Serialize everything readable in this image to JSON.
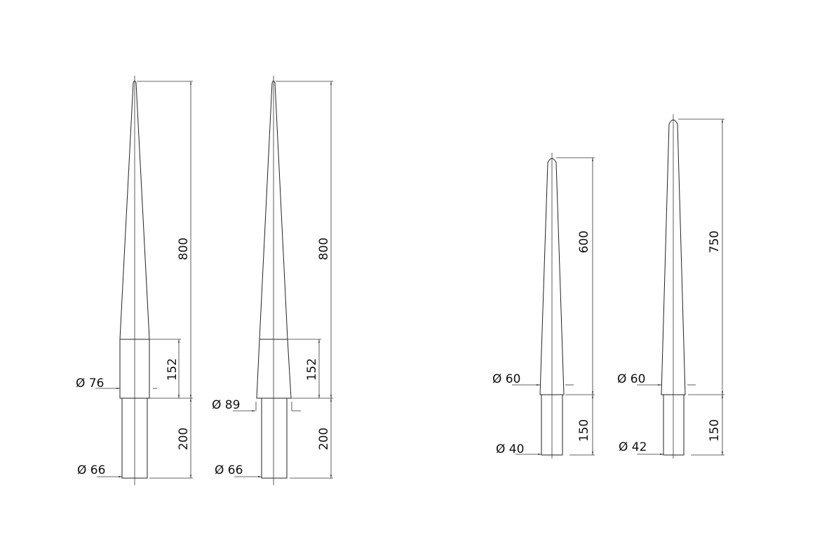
{
  "drawings": [
    {
      "height": "800",
      "collar": "152",
      "shaft": "200",
      "dia_top": "Ø 76",
      "dia_shaft": "Ø 66"
    },
    {
      "height": "800",
      "collar": "152",
      "shaft": "200",
      "dia_top": "Ø 89",
      "dia_shaft": "Ø 66"
    },
    {
      "height": "600",
      "shaft": "150",
      "dia_top": "Ø 60",
      "dia_shaft": "Ø 40"
    },
    {
      "height": "750",
      "shaft": "150",
      "dia_top": "Ø 60",
      "dia_shaft": "Ø 42"
    }
  ],
  "line_color": "#222222"
}
